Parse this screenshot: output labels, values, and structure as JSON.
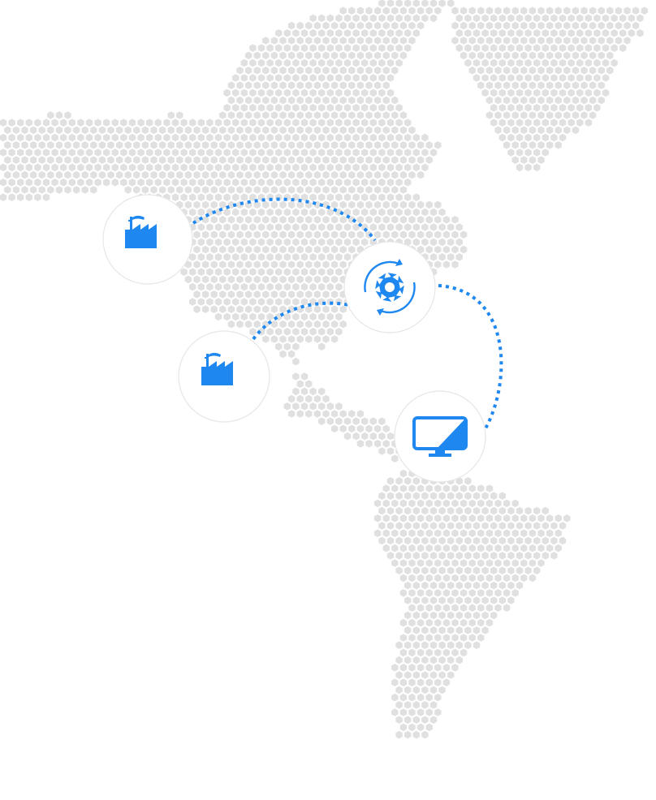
{
  "colors": {
    "accent": "#1e88f0",
    "map_dots": "#e0e0e0",
    "node_border": "#e6e6e6",
    "background": "#ffffff"
  },
  "map": {
    "region": "Americas",
    "style": "hexagon-dot-grid"
  },
  "nodes": [
    {
      "id": "factory-north",
      "icon": "factory-icon"
    },
    {
      "id": "processing-hub",
      "icon": "gear-cycle-icon"
    },
    {
      "id": "factory-south",
      "icon": "factory-icon"
    },
    {
      "id": "display-endpoint",
      "icon": "monitor-icon"
    }
  ],
  "routes": [
    {
      "from": "factory-north",
      "to": "processing-hub",
      "style": "dashed"
    },
    {
      "from": "factory-south",
      "to": "processing-hub",
      "style": "dashed"
    },
    {
      "from": "processing-hub",
      "to": "display-endpoint",
      "style": "dashed"
    }
  ]
}
